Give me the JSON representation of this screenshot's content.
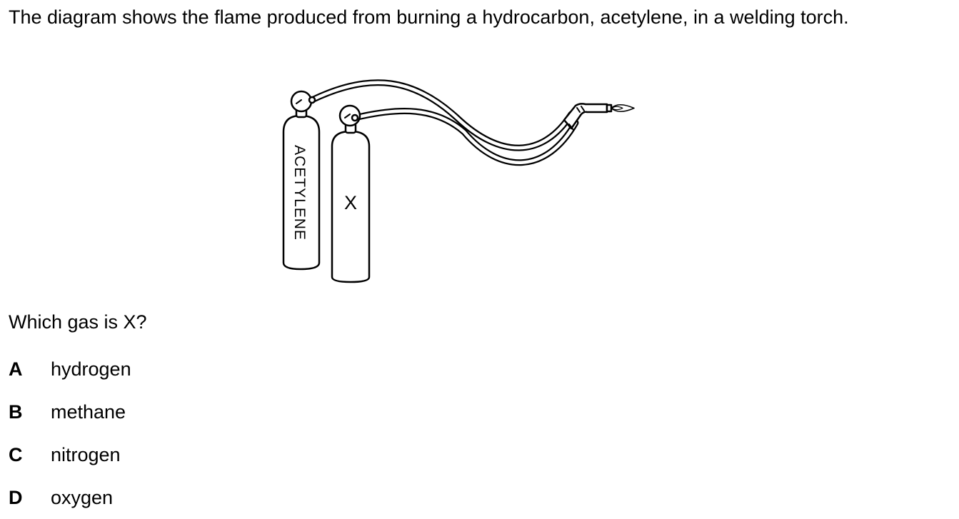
{
  "intro_text": "The diagram shows the flame produced from burning a hydrocarbon, acetylene, in a welding torch.",
  "diagram": {
    "cylinder_left_label": "ACETYLENE",
    "cylinder_right_label": "X"
  },
  "question": "Which gas is X?",
  "options": [
    {
      "letter": "A",
      "text": "hydrogen"
    },
    {
      "letter": "B",
      "text": "methane"
    },
    {
      "letter": "C",
      "text": "nitrogen"
    },
    {
      "letter": "D",
      "text": "oxygen"
    }
  ]
}
